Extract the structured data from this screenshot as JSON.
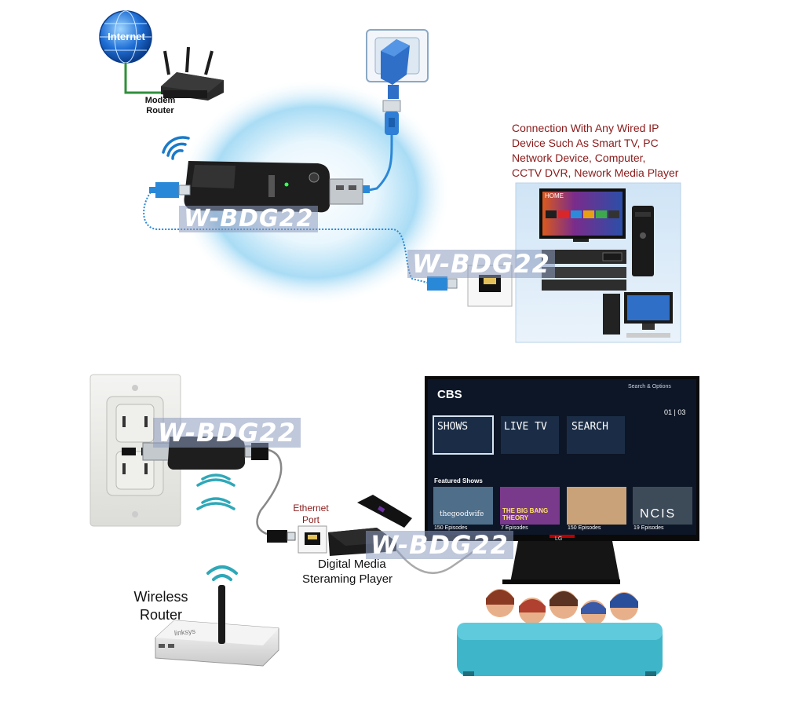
{
  "top": {
    "internet_label": "Internet",
    "modem_router_label_1": "Modem",
    "modem_router_label_2": "Router",
    "connection_text": [
      "Connection With Any Wired IP",
      "Device Such As Smart TV,  PC",
      "Network Device, Computer,",
      "CCTV DVR,  Nework Media Player"
    ],
    "adapter_watermark": "W-BDG22",
    "center_watermark": "W-BDG22",
    "tv_home_label": "HOME"
  },
  "bottom": {
    "outlet_watermark": "W-BDG22",
    "player_watermark": "W-BDG22",
    "ethernet_port_label_1": "Ethernet",
    "ethernet_port_label_2": "Port",
    "media_player_label_1": "Digital Media",
    "media_player_label_2": "Steraming Player",
    "wireless_router_label_1": "Wireless",
    "wireless_router_label_2": "Router",
    "router_brand": "linksys",
    "tv": {
      "brand": "CBS",
      "top_right": "Search & Options",
      "page_indicator": "01 | 03",
      "menu": [
        "SHOWS",
        "LIVE TV",
        "SEARCH"
      ],
      "featured_label": "Featured Shows",
      "shows": [
        {
          "title": "thegoodwife",
          "episodes": "150 Episodes"
        },
        {
          "title": "THE BIG BANG THEORY",
          "episodes": "7 Episodes"
        },
        {
          "title": "",
          "episodes": "150 Episodes"
        },
        {
          "title": "NCIS",
          "episodes": "19 Episodes"
        }
      ],
      "tv_brand": "LG"
    }
  },
  "colors": {
    "cable_blue": "#2a88d8",
    "label_red": "#8b1a1a",
    "tv_screen": "#0d1626",
    "sofa": "#3fb5c9",
    "wifi_teal": "#2ea8b8"
  }
}
